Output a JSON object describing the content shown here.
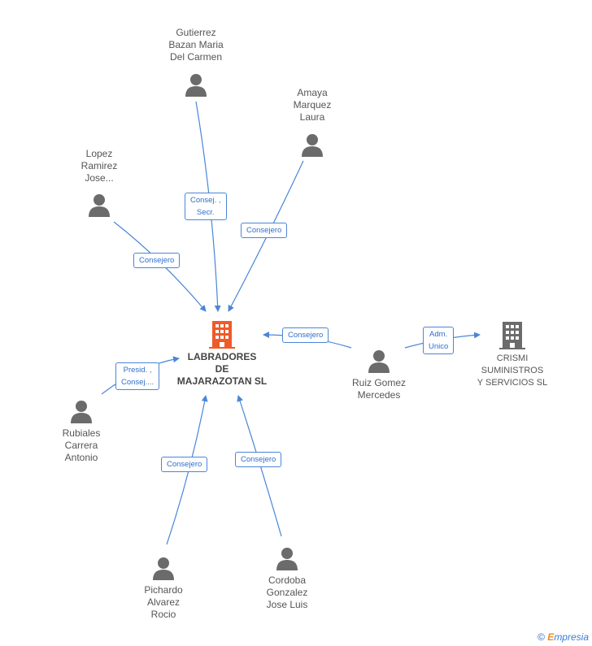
{
  "colors": {
    "edge": "#4a86d8",
    "person_icon": "#6b6b6b",
    "main_company_icon": "#f05a28",
    "company_icon": "#6b6b6b"
  },
  "main_company": {
    "name": "LABRADORES\nDE\nMAJARAZOTAN SL",
    "icon": "building-icon"
  },
  "company": {
    "name": "CRISMI\nSUMINISTROS\nY SERVICIOS SL",
    "icon": "building-icon"
  },
  "persons": [
    {
      "id": "gutierrez",
      "name": "Gutierrez\nBazan Maria\nDel Carmen",
      "icon": "person-icon"
    },
    {
      "id": "amaya",
      "name": "Amaya\nMarquez\nLaura",
      "icon": "person-icon"
    },
    {
      "id": "lopez",
      "name": "Lopez\nRamirez\nJose...",
      "icon": "person-icon"
    },
    {
      "id": "ruiz",
      "name": "Ruiz Gomez\nMercedes",
      "icon": "person-icon"
    },
    {
      "id": "rubiales",
      "name": "Rubiales\nCarrera\nAntonio",
      "icon": "person-icon"
    },
    {
      "id": "pichardo",
      "name": "Pichardo\nAlvarez\nRocio",
      "icon": "person-icon"
    },
    {
      "id": "cordoba",
      "name": "Cordoba\nGonzalez\nJose Luis",
      "icon": "person-icon"
    }
  ],
  "relations": [
    {
      "from": "gutierrez",
      "to": "main",
      "label": "Consej. ,\nSecr."
    },
    {
      "from": "amaya",
      "to": "main",
      "label": "Consejero"
    },
    {
      "from": "lopez",
      "to": "main",
      "label": "Consejero"
    },
    {
      "from": "ruiz",
      "to": "main",
      "label": "Consejero"
    },
    {
      "from": "ruiz",
      "to": "crismi",
      "label": "Adm.\nUnico"
    },
    {
      "from": "rubiales",
      "to": "main",
      "label": "Presid. ,\nConsej...."
    },
    {
      "from": "pichardo",
      "to": "main",
      "label": "Consejero"
    },
    {
      "from": "cordoba",
      "to": "main",
      "label": "Consejero"
    }
  ],
  "footer": {
    "copyright_symbol": "©",
    "brand_first": "E",
    "brand_rest": "mpresia"
  }
}
